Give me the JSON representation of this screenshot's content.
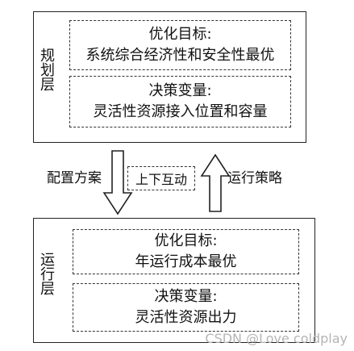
{
  "planning_layer": {
    "label": "规划层",
    "objective": {
      "title": "优化目标:",
      "text": "系统综合经济性和安全性最优"
    },
    "variables": {
      "title": "决策变量:",
      "text": "灵活性资源接入位置和容量"
    }
  },
  "interaction": {
    "left_label": "配置方案",
    "middle_label": "上下互动",
    "right_label": "运行策略"
  },
  "operation_layer": {
    "label": "运行层",
    "objective": {
      "title": "优化目标:",
      "text": "年运行成本最优"
    },
    "variables": {
      "title": "决策变量:",
      "text": "灵活性资源出力"
    }
  },
  "watermark": "CSDN @Love coldplay"
}
